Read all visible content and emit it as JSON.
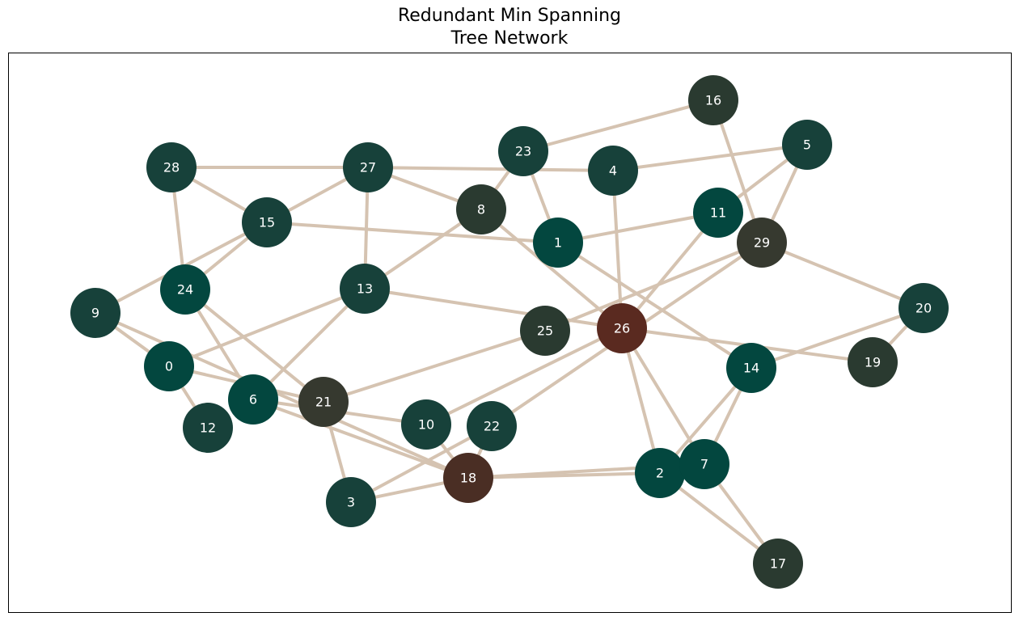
{
  "title_lines": [
    "Redundant Min Spanning",
    "Tree Network"
  ],
  "colors": {
    "edge": "#d5c3b1",
    "node_dark_green": "#17413a",
    "node_teal": "#03473f",
    "node_olive": "#2a3a30",
    "node_gray": "#36392f",
    "node_brown": "#5a2a20",
    "node_dark_brown": "#4a2e24"
  },
  "nodes": [
    {
      "id": "0",
      "color": "#03473f"
    },
    {
      "id": "1",
      "color": "#03473f"
    },
    {
      "id": "2",
      "color": "#03473f"
    },
    {
      "id": "3",
      "color": "#17413a"
    },
    {
      "id": "4",
      "color": "#17413a"
    },
    {
      "id": "5",
      "color": "#17413a"
    },
    {
      "id": "6",
      "color": "#03473f"
    },
    {
      "id": "7",
      "color": "#03473f"
    },
    {
      "id": "8",
      "color": "#2a3a30"
    },
    {
      "id": "9",
      "color": "#17413a"
    },
    {
      "id": "10",
      "color": "#17413a"
    },
    {
      "id": "11",
      "color": "#03473f"
    },
    {
      "id": "12",
      "color": "#17413a"
    },
    {
      "id": "13",
      "color": "#17413a"
    },
    {
      "id": "14",
      "color": "#03473f"
    },
    {
      "id": "15",
      "color": "#17413a"
    },
    {
      "id": "16",
      "color": "#2a3a30"
    },
    {
      "id": "17",
      "color": "#2a3a30"
    },
    {
      "id": "18",
      "color": "#4a2e24"
    },
    {
      "id": "19",
      "color": "#2a3a30"
    },
    {
      "id": "20",
      "color": "#17413a"
    },
    {
      "id": "21",
      "color": "#36392f"
    },
    {
      "id": "22",
      "color": "#17413a"
    },
    {
      "id": "23",
      "color": "#17413a"
    },
    {
      "id": "24",
      "color": "#03473f"
    },
    {
      "id": "25",
      "color": "#2a3a30"
    },
    {
      "id": "26",
      "color": "#5a2a20"
    },
    {
      "id": "27",
      "color": "#17413a"
    },
    {
      "id": "28",
      "color": "#17413a"
    },
    {
      "id": "29",
      "color": "#36392f"
    }
  ],
  "edges": [
    [
      "28",
      "27"
    ],
    [
      "28",
      "15"
    ],
    [
      "28",
      "24"
    ],
    [
      "27",
      "15"
    ],
    [
      "27",
      "13"
    ],
    [
      "27",
      "4"
    ],
    [
      "27",
      "8"
    ],
    [
      "23",
      "16"
    ],
    [
      "23",
      "8"
    ],
    [
      "23",
      "1"
    ],
    [
      "4",
      "5"
    ],
    [
      "4",
      "26"
    ],
    [
      "5",
      "11"
    ],
    [
      "5",
      "29"
    ],
    [
      "16",
      "29"
    ],
    [
      "15",
      "1"
    ],
    [
      "15",
      "24"
    ],
    [
      "15",
      "9"
    ],
    [
      "1",
      "11"
    ],
    [
      "1",
      "14"
    ],
    [
      "8",
      "13"
    ],
    [
      "8",
      "26"
    ],
    [
      "11",
      "26"
    ],
    [
      "29",
      "20"
    ],
    [
      "29",
      "25"
    ],
    [
      "29",
      "22"
    ],
    [
      "24",
      "6"
    ],
    [
      "24",
      "21"
    ],
    [
      "13",
      "0"
    ],
    [
      "13",
      "6"
    ],
    [
      "13",
      "26"
    ],
    [
      "9",
      "0"
    ],
    [
      "9",
      "18"
    ],
    [
      "0",
      "12"
    ],
    [
      "0",
      "21"
    ],
    [
      "6",
      "18"
    ],
    [
      "6",
      "10"
    ],
    [
      "21",
      "25"
    ],
    [
      "21",
      "3"
    ],
    [
      "26",
      "19"
    ],
    [
      "26",
      "10"
    ],
    [
      "26",
      "2"
    ],
    [
      "26",
      "7"
    ],
    [
      "20",
      "19"
    ],
    [
      "20",
      "14"
    ],
    [
      "14",
      "2"
    ],
    [
      "14",
      "7"
    ],
    [
      "10",
      "18"
    ],
    [
      "22",
      "18"
    ],
    [
      "22",
      "3"
    ],
    [
      "18",
      "3"
    ],
    [
      "18",
      "2"
    ],
    [
      "18",
      "7"
    ],
    [
      "2",
      "17"
    ],
    [
      "7",
      "17"
    ]
  ]
}
